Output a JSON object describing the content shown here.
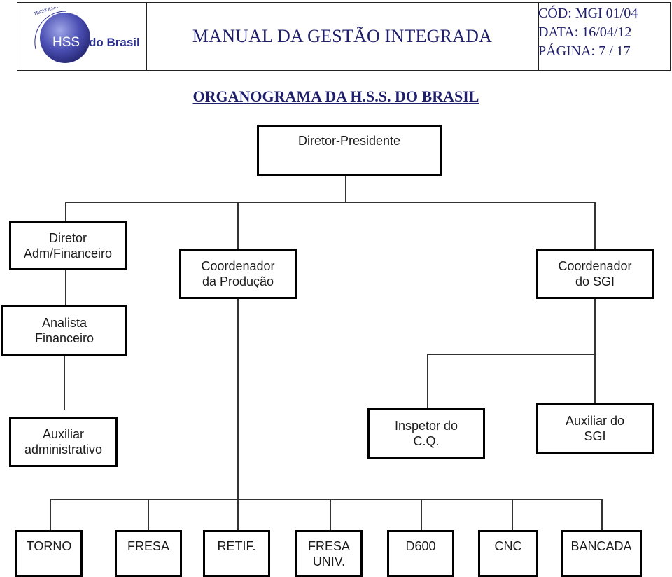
{
  "header": {
    "logo_text": "HSS do Brasil",
    "logo_ring_text": "TECNOLOGIA EM AÇO RÁPIDO",
    "manual_title": "MANUAL DA GESTÃO INTEGRADA",
    "cod": "CÓD: MGI 01/04",
    "data": "DATA: 16/04/12",
    "pagina_label": "PÁGINA:",
    "pagina_value": " 7 / 17"
  },
  "org_title": "ORGANOGRAMA DA H.S.S. DO BRASIL",
  "nodes": {
    "diretor_presidente": "Diretor-Presidente",
    "diretor_adm_1": "Diretor",
    "diretor_adm_2": "Adm/Financeiro",
    "coord_producao_1": "Coordenador",
    "coord_producao_2": "da Produção",
    "coord_sgi_1": "Coordenador",
    "coord_sgi_2": "do SGI",
    "analista_1": "Analista",
    "analista_2": "Financeiro",
    "auxiliar_adm_1": "Auxiliar",
    "auxiliar_adm_2": "administrativo",
    "inspetor_1": "Inspetor do",
    "inspetor_2": "C.Q.",
    "auxiliar_sgi_1": "Auxiliar do",
    "auxiliar_sgi_2": "SGI",
    "torno": "TORNO",
    "fresa": "FRESA",
    "retif": "RETIF.",
    "fresa_univ_1": "FRESA",
    "fresa_univ_2": "UNIV.",
    "d600": "D600",
    "cnc": "CNC",
    "bancada": "BANCADA"
  }
}
